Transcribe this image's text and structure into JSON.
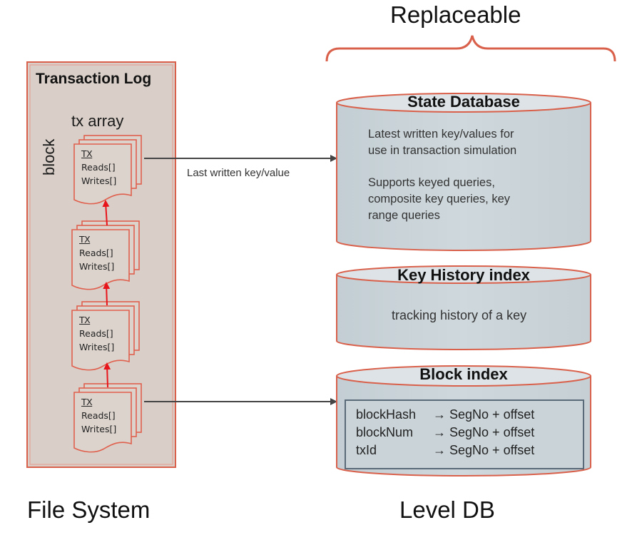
{
  "header": {
    "replaceable_label": "Replaceable"
  },
  "transaction_log": {
    "title": "Transaction Log",
    "tx_array_label": "tx array",
    "block_label": "block",
    "transactions": [
      {
        "head": "TX",
        "reads": "Reads[]",
        "writes": "Writes[]"
      },
      {
        "head": "TX",
        "reads": "Reads[]",
        "writes": "Writes[]"
      },
      {
        "head": "TX",
        "reads": "Reads[]",
        "writes": "Writes[]"
      },
      {
        "head": "TX",
        "reads": "Reads[]",
        "writes": "Writes[]"
      }
    ]
  },
  "connectors": {
    "last_written_label": "Last written key/value"
  },
  "state_database": {
    "title": "State Database",
    "lines_1": [
      "Latest written key/values for",
      "use in transaction simulation"
    ],
    "lines_2": [
      "Supports keyed queries,",
      "composite key queries, key",
      "range queries"
    ]
  },
  "key_history_index": {
    "title": "Key History index",
    "body": "tracking history of a key"
  },
  "block_index": {
    "title": "Block index",
    "rows": [
      {
        "key": "blockHash",
        "arrow": "→",
        "value": "SegNo + offset"
      },
      {
        "key": "blockNum",
        "arrow": "→",
        "value": "SegNo + offset"
      },
      {
        "key": "txId",
        "arrow": "→",
        "value": "SegNo + offset"
      }
    ]
  },
  "footer": {
    "left_label": "File System",
    "right_label": "Level DB"
  },
  "colors": {
    "accent_red": "#d9604a",
    "log_fill": "#d9cfc8",
    "db_fill": "#c9d3d8",
    "arrow_red": "#e8141b",
    "connector": "#444444"
  }
}
